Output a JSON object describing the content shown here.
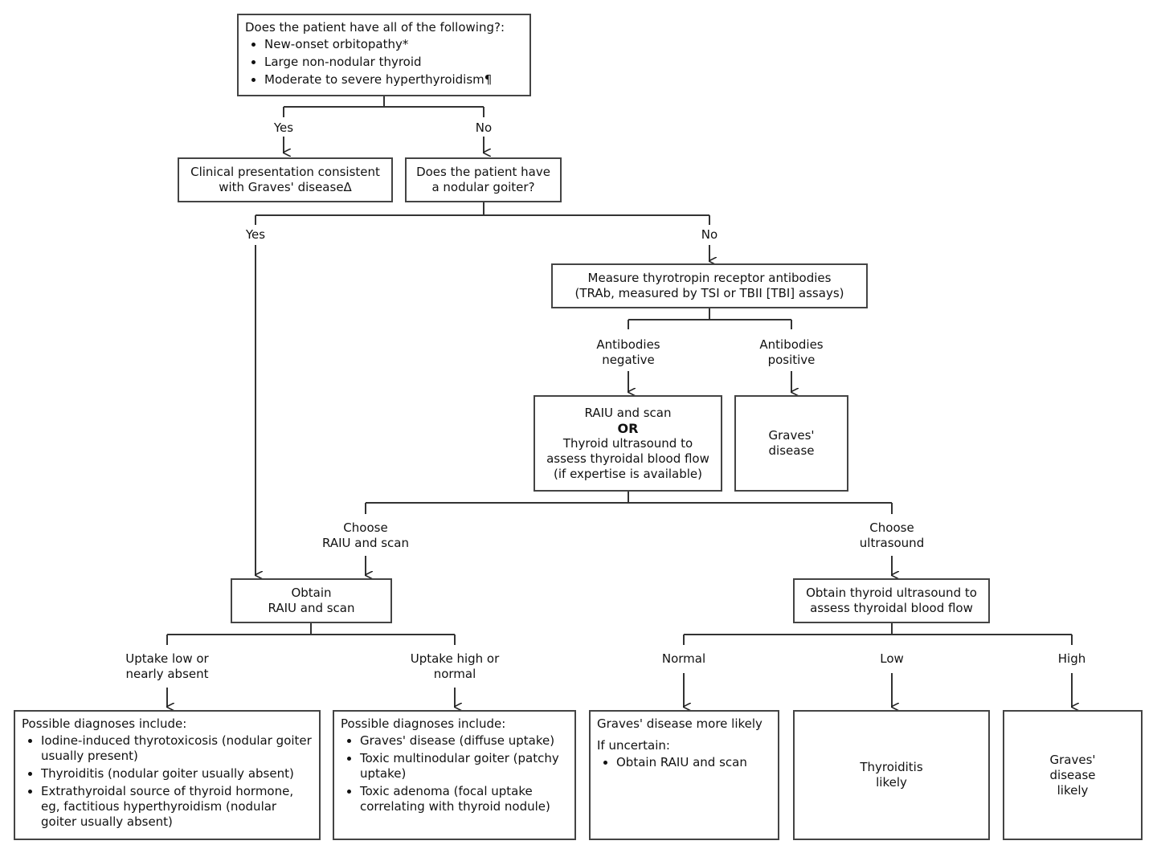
{
  "q1": {
    "question": "Does the patient have all of the following?:",
    "items": [
      "New-onset orbitopathy*",
      "Large non-nodular thyroid",
      "Moderate to severe hyperthyroidism¶"
    ]
  },
  "q1_yes": "Yes",
  "q1_no": "No",
  "clinical": {
    "line1": "Clinical presentation consistent",
    "line2": "with Graves' diseaseΔ"
  },
  "q2": {
    "line1": "Does the patient have",
    "line2": "a nodular goiter?"
  },
  "q2_yes": "Yes",
  "q2_no": "No",
  "measure": {
    "line1": "Measure thyrotropin receptor antibodies",
    "line2": "(TRAb, measured by TSI or TBII [TBI] assays)"
  },
  "ab_neg": {
    "line1": "Antibodies",
    "line2": "negative"
  },
  "ab_pos": {
    "line1": "Antibodies",
    "line2": "positive"
  },
  "raiu_or": {
    "line1": "RAIU and scan",
    "or": "OR",
    "line3": "Thyroid ultrasound to",
    "line4": "assess thyroidal blood flow",
    "line5": "(if expertise is available)"
  },
  "graves_box": {
    "line1": "Graves'",
    "line2": "disease"
  },
  "choose_raiu": {
    "line1": "Choose",
    "line2": "RAIU and scan"
  },
  "choose_us": {
    "line1": "Choose",
    "line2": "ultrasound"
  },
  "obtain_raiu": {
    "line1": "Obtain",
    "line2": "RAIU and scan"
  },
  "obtain_us": {
    "line1": "Obtain thyroid ultrasound to",
    "line2": "assess thyroidal blood flow"
  },
  "uptake_low": {
    "line1": "Uptake low or",
    "line2": "nearly absent"
  },
  "uptake_high": {
    "line1": "Uptake high or",
    "line2": "normal"
  },
  "normal": "Normal",
  "low": "Low",
  "high": "High",
  "dx_low": {
    "title": "Possible diagnoses include:",
    "items": [
      "Iodine-induced thyrotoxicosis (nodular goiter usually present)",
      "Thyroiditis (nodular goiter usually absent)",
      "Extrathyroidal source of thyroid hormone, eg, factitious hyperthyroidism (nodular goiter usually absent)"
    ]
  },
  "dx_high": {
    "title": "Possible diagnoses include:",
    "items": [
      "Graves' disease (diffuse uptake)",
      "Toxic multinodular goiter (patchy uptake)",
      "Toxic adenoma (focal uptake correlating with thyroid nodule)"
    ]
  },
  "graves_likely": {
    "title": "Graves' disease more likely",
    "uncertain": "If uncertain:",
    "items": [
      "Obtain RAIU and scan"
    ]
  },
  "thyroiditis": {
    "line1": "Thyroiditis",
    "line2": "likely"
  },
  "graves_high": {
    "line1": "Graves'",
    "line2": "disease",
    "line3": "likely"
  }
}
